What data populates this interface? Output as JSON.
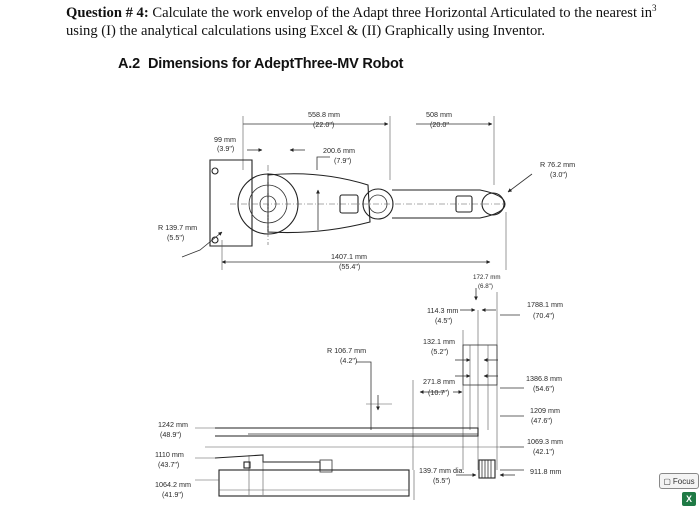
{
  "question": {
    "label": "Question # 4:",
    "text_part1": " Calculate the work envelop of the Adapt three Horizontal Articulated to the nearest in",
    "superscript": "3",
    "text_part2": " using (I) the analytical calculations using Excel & (II) Graphically using Inventor."
  },
  "section": {
    "number": "A.2",
    "title": "Dimensions for AdeptThree-MV Robot"
  },
  "dimensions": {
    "d558_mm": "558.8 mm",
    "d558_in": "(22.0\")",
    "d508_mm": "508 mm",
    "d508_in": "(20.0\"",
    "d99_mm": "99 mm",
    "d99_in": "(3.9\")",
    "d200_mm": "200.6 mm",
    "d200_in": "(7.9\")",
    "r76_mm": "R 76.2 mm",
    "r76_in": "(3.0\")",
    "r139_mm": "R 139.7 mm",
    "r139_in": "(5.5\")",
    "d1407_mm": "1407.1 mm",
    "d1407_in": "(55.4\")",
    "d172_mm": "172.7 mm",
    "d172_in": "(6.8\")",
    "d114_mm": "114.3 mm",
    "d114_in": "(4.5\")",
    "d1788_mm": "1788.1 mm",
    "d1788_in": "(70.4\")",
    "d132_mm": "132.1 mm",
    "d132_in": "(5.2\")",
    "r106_mm": "R 106.7 mm",
    "r106_in": "(4.2\")",
    "d271_mm": "271.8 mm",
    "d271_in": "(10.7\")",
    "d1386_mm": "1386.8 mm",
    "d1386_in": "(54.6\")",
    "d1209_mm": "1209 mm",
    "d1209_in": "(47.6\")",
    "d1242_mm": "1242 mm",
    "d1242_in": "(48.9\")",
    "d1069_mm": "1069.3 mm",
    "d1069_in": "(42.1\")",
    "d1110_mm": "1110 mm",
    "d1110_in": "(43.7\")",
    "d139dia_mm": "139.7 mm dia.",
    "d139dia_in": "(5.5\")",
    "d911_mm": "911.8 mm",
    "d1064_mm": "1064.2 mm",
    "d1064_in": "(41.9\")"
  },
  "overlay": {
    "focus_label": "Focus",
    "focus_icon": "focus-icon",
    "app_icon": "excel-icon",
    "app_icon_letter": "X"
  }
}
